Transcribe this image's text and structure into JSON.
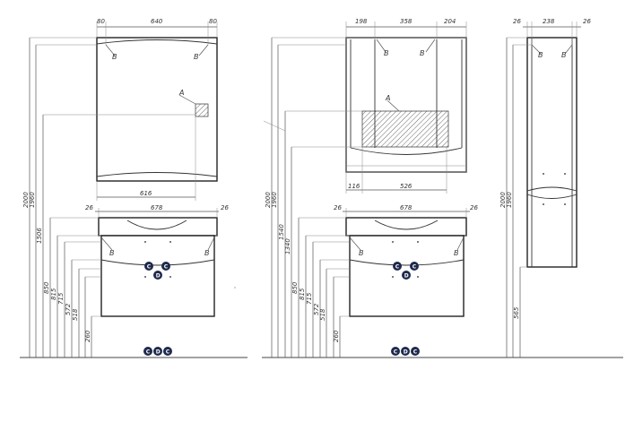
{
  "top_dims": {
    "mirror_left": "80",
    "mirror_width": "640",
    "mirror_right": "80",
    "cabinet_left": "198",
    "cabinet_mid": "358",
    "cabinet_right": "204",
    "column_left": "26",
    "column_width": "238",
    "column_right": "26"
  },
  "height_dims": {
    "h2000": "2000",
    "h1960": "1960",
    "h1506": "1506",
    "h1540": "1540",
    "h1340": "1340",
    "h850": "850",
    "h815": "815",
    "h715": "715",
    "h572": "572",
    "h518": "518",
    "h260": "260",
    "h565": "565"
  },
  "vanity_dims": {
    "side_left": "26",
    "width": "678",
    "side_right": "26"
  },
  "bottom_dims": {
    "mirror_inner": "616",
    "cabinet_offset": "116",
    "cabinet_inner": "526"
  },
  "labels": {
    "b": "B",
    "a": "A"
  },
  "badges": {
    "c": "C",
    "d": "D"
  }
}
